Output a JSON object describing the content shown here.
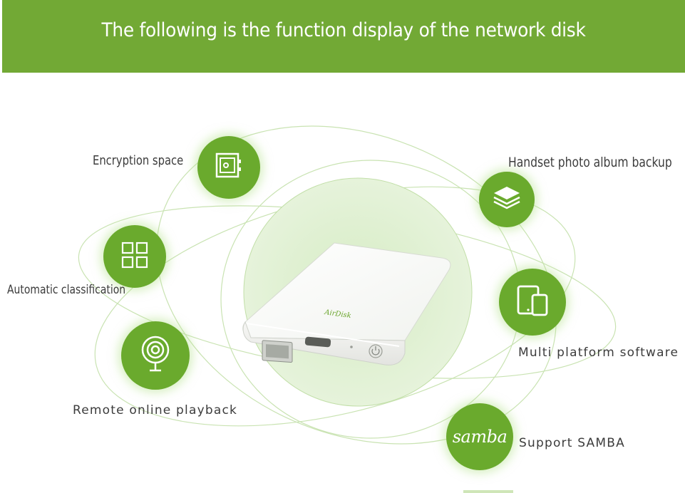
{
  "banner": {
    "title": "The following is the function display of the network disk"
  },
  "device": {
    "brand": "AirDisk"
  },
  "features": [
    {
      "id": "encryption",
      "label": "Encryption space",
      "icon": "safe-icon"
    },
    {
      "id": "classification",
      "label": "Automatic classification",
      "icon": "grid-icon"
    },
    {
      "id": "playback",
      "label": "Remote online playback",
      "icon": "webcam-icon"
    },
    {
      "id": "backup",
      "label": "Handset photo album backup",
      "icon": "layers-icon"
    },
    {
      "id": "platform",
      "label": "Multi platform software",
      "icon": "devices-icon"
    },
    {
      "id": "samba",
      "label": "Support SAMBA",
      "icon": "samba-logo",
      "logo_text": "samba"
    }
  ],
  "colors": {
    "green": "#72a935",
    "circle": "#6aaa2d",
    "glow": "#e3f3d6",
    "text": "#3c3c3c"
  }
}
